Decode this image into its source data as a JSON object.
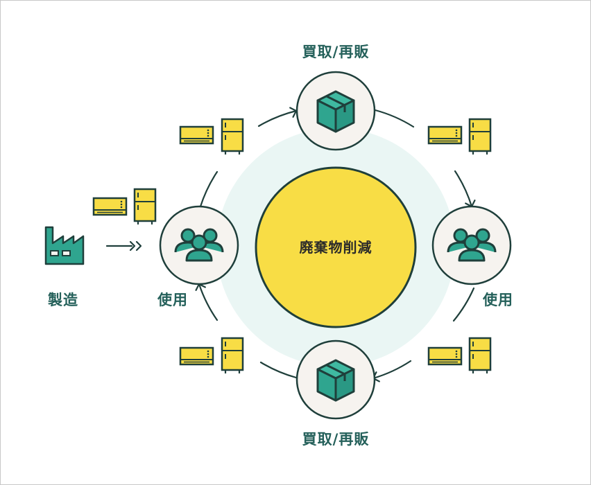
{
  "diagram": {
    "center_label": "廃棄物削減",
    "top_label": "買取/再販",
    "bottom_label": "買取/再販",
    "left_label": "使用",
    "right_label": "使用",
    "factory_label": "製造",
    "colors": {
      "teal": "#2fa58f",
      "dark_teal": "#24605a",
      "outline": "#1f3f3b",
      "yellow": "#f8dd45",
      "halo": "#eaf6f4",
      "node_fill": "#f6f3ef"
    },
    "icons": {
      "node_top": "box-icon",
      "node_bottom": "box-icon",
      "node_left": "people-icon",
      "node_right": "people-icon",
      "factory": "factory-icon",
      "appliances": [
        "air-conditioner-icon",
        "refrigerator-icon"
      ]
    }
  }
}
